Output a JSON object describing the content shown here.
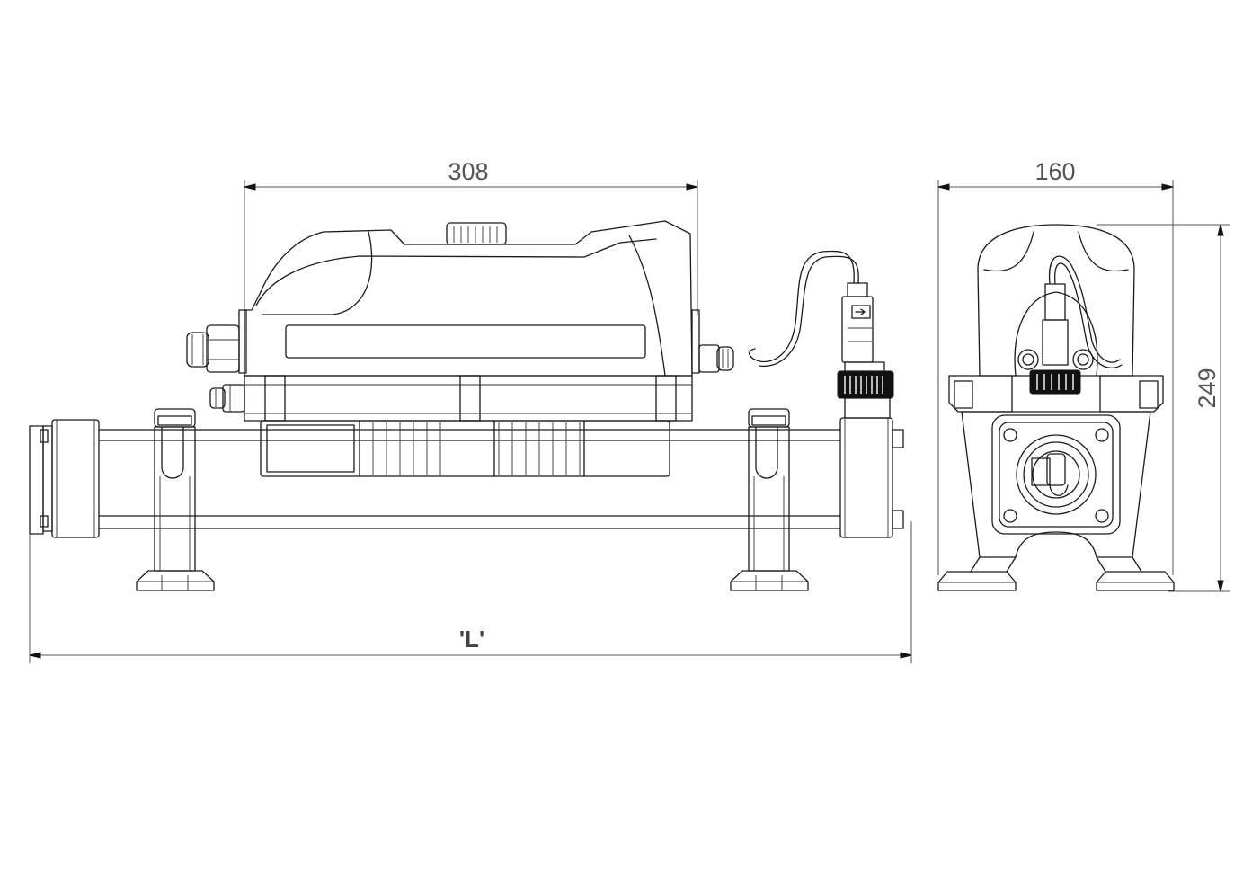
{
  "dimensions": {
    "width_label": "308",
    "depth_label": "160",
    "height_label": "249",
    "length_label": "'L'"
  },
  "colors": {
    "line": "#1a1a1a",
    "dimension": "#555555",
    "background": "#ffffff"
  }
}
